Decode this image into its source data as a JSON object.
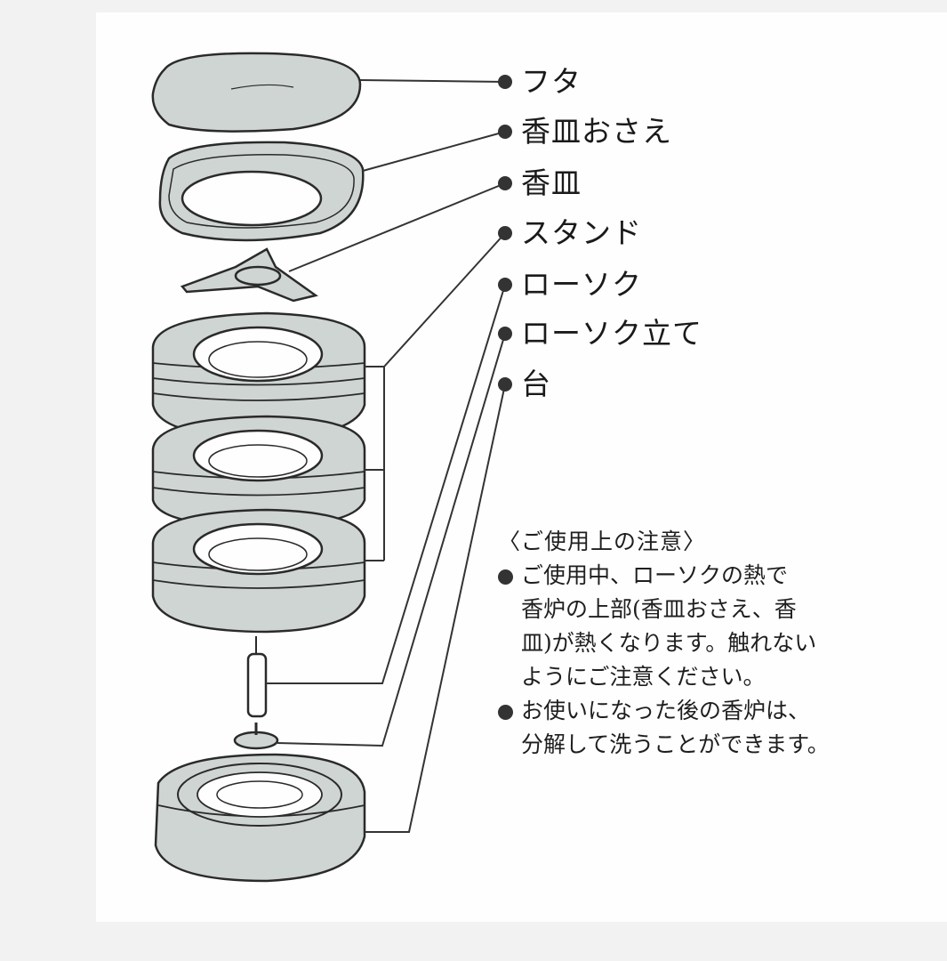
{
  "labels": [
    {
      "id": "lid",
      "text": "フタ"
    },
    {
      "id": "incense-plate-holder",
      "text": "香皿おさえ"
    },
    {
      "id": "incense-plate",
      "text": "香皿"
    },
    {
      "id": "stand",
      "text": "スタンド"
    },
    {
      "id": "candle",
      "text": "ローソク"
    },
    {
      "id": "candle-holder",
      "text": "ローソク立て"
    },
    {
      "id": "base",
      "text": "台"
    }
  ],
  "notes": {
    "title": "〈ご使用上の注意〉",
    "items": [
      {
        "lines": [
          "ご使用中、ローソクの熱で",
          "香炉の上部(香皿おさえ、香",
          "皿)が熱くなります。触れない",
          "ようにご注意ください。"
        ]
      },
      {
        "lines": [
          "お使いになった後の香炉は、",
          "分解して洗うことができます。"
        ]
      }
    ]
  },
  "colors": {
    "part_fill": "#cfd5d2",
    "part_stroke": "#2a2a2a",
    "leader": "#333333",
    "dot": "#333333"
  }
}
